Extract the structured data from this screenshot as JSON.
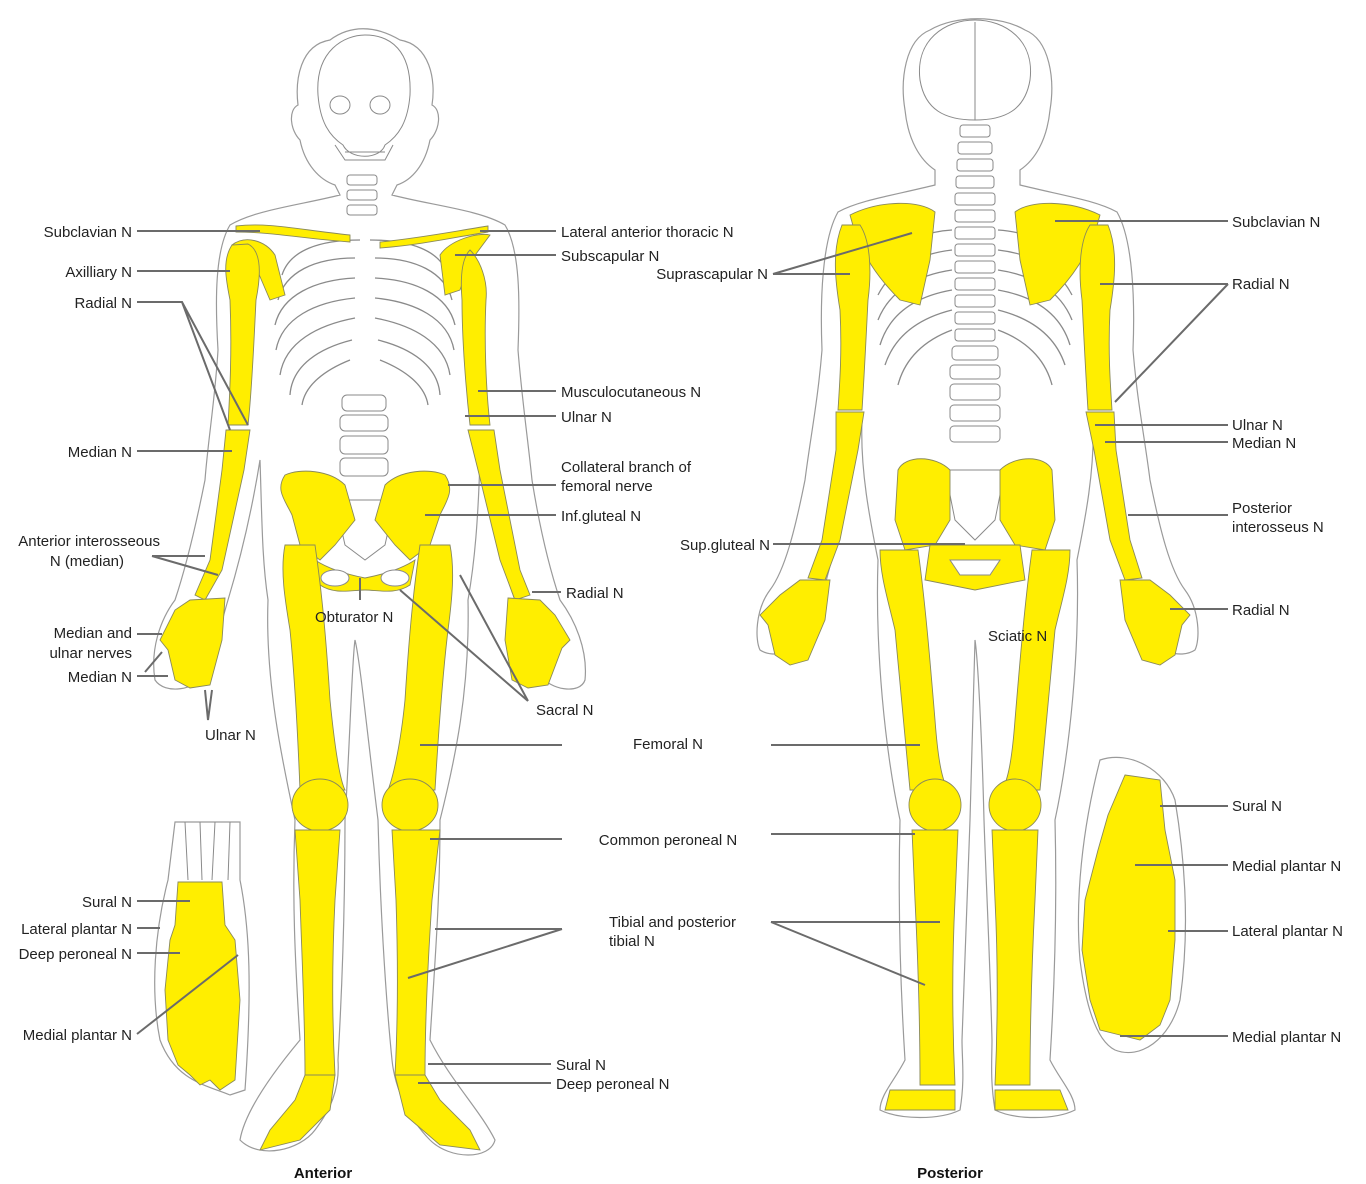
{
  "colors": {
    "nerve_region_fill": "#ffee00",
    "outline": "#9a9a9a",
    "leader_line": "#6b6b6b",
    "text": "#222222"
  },
  "captions": {
    "anterior": "Anterior",
    "posterior": "Posterior"
  },
  "labels": {
    "subclavian_left": "Subclavian N",
    "axillary": "Axilliary N",
    "radial_left": "Radial N",
    "median_left": "Median N",
    "anterior_interosseous_1": "Anterior interosseous",
    "anterior_interosseous_2": "N (median)",
    "median_ulnar_1": "Median and",
    "median_ulnar_2": "ulnar nerves",
    "median_hand": "Median N",
    "ulnar_hand": "Ulnar N",
    "sural_foot": "Sural N",
    "lateral_plantar_foot": "Lateral plantar N",
    "deep_peroneal_foot": "Deep peroneal N",
    "medial_plantar_foot": "Medial plantar N",
    "lateral_anterior_thoracic": "Lateral anterior thoracic N",
    "subscapular": "Subscapular N",
    "musculocutaneous": "Musculocutaneous N",
    "ulnar_arm": "Ulnar N",
    "collateral_1": "Collateral branch of",
    "collateral_2": "femoral nerve",
    "inf_gluteal": "Inf.gluteal N",
    "radial_wrist": "Radial N",
    "obturator": "Obturator N",
    "sacral": "Sacral N",
    "femoral": "Femoral N",
    "common_peroneal": "Common peroneal N",
    "tibial_1": "Tibial and posterior",
    "tibial_2": "tibial N",
    "sural_ankle": "Sural N",
    "deep_peroneal_ankle": "Deep peroneal N",
    "suprascapular": "Suprascapular N",
    "sup_gluteal": "Sup.gluteal N",
    "sciatic": "Sciatic N",
    "subclavian_right": "Subclavian N",
    "radial_right": "Radial N",
    "ulnar_right": "Ulnar N",
    "median_right": "Median N",
    "posterior_interosseous_1": "Posterior",
    "posterior_interosseous_2": "interosseus N",
    "radial_right_wrist": "Radial N",
    "sural_right_foot": "Sural N",
    "medial_plantar_right_1": "Medial plantar N",
    "lateral_plantar_right": "Lateral plantar N",
    "medial_plantar_right_2": "Medial plantar N"
  }
}
